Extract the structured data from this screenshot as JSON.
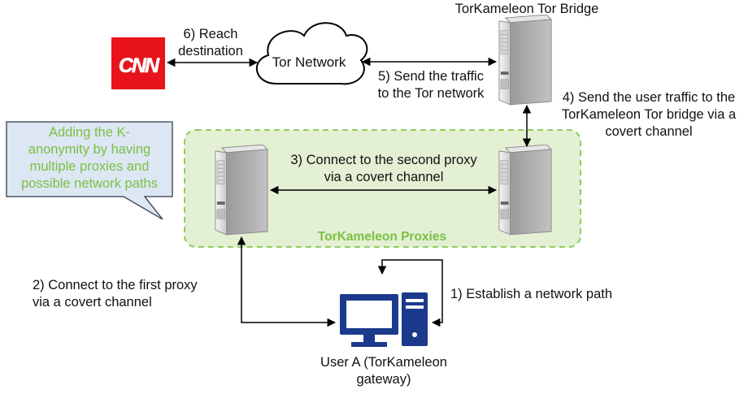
{
  "nodes": {
    "bridge_title": "TorKameleon Tor Bridge",
    "tor_network": "Tor Network",
    "cnn_logo_text": "CNN",
    "proxies_group": "TorKameleon Proxies",
    "user": "User A (TorKameleon\ngateway)"
  },
  "callout": "Adding the K-\nanonymity by having\nmultiple proxies and\npossible network paths",
  "steps": {
    "s1": "1) Establish a network path",
    "s2": "2) Connect to the first proxy\nvia a covert channel",
    "s3": "3) Connect to the second proxy\nvia a covert channel",
    "s4": "4) Send the user traffic to the\nTorKameleon Tor bridge via a\ncovert channel",
    "s5": "5) Send the traffic\nto the Tor network",
    "s6": "6) Reach\ndestination"
  },
  "colors": {
    "cnn_red": "#e8131b",
    "group_fill": "#e3f0d3",
    "group_border": "#8fcf5d",
    "group_text": "#7ac143",
    "callout_fill": "#dde6f3",
    "callout_border": "#2f3b4d",
    "callout_text": "#7ac143",
    "user_icon": "#1b3a8c"
  }
}
